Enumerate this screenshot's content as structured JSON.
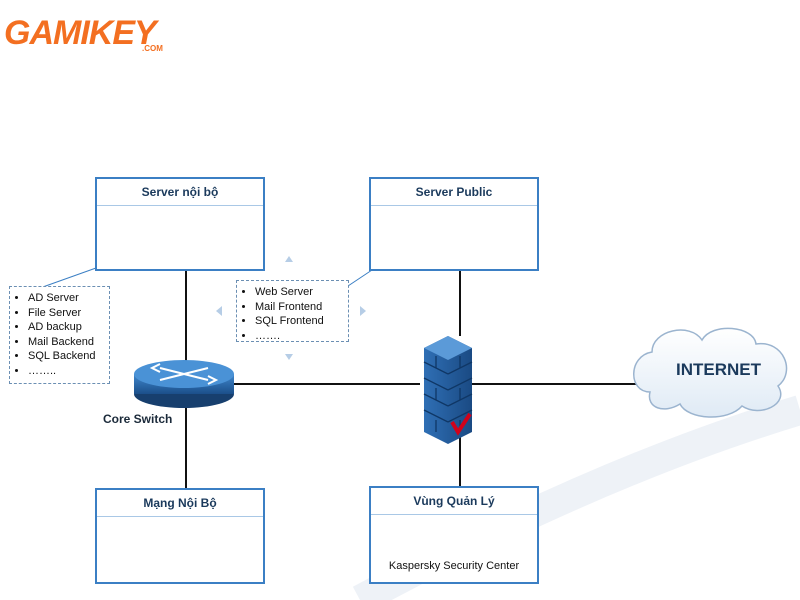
{
  "logo": {
    "text": "GAMIKEY",
    "suffix": ".COM"
  },
  "boxes": {
    "server_noi_bo": "Server nội bộ",
    "server_public": "Server Public",
    "mang_noi_bo": "Mạng Nội Bộ",
    "vung_quan_ly": "Vùng Quản Lý"
  },
  "internal_list": [
    "AD Server",
    "File Server",
    "AD backup",
    "Mail Backend",
    "SQL Backend",
    "…….."
  ],
  "public_list": [
    "Web Server",
    "Mail Frontend",
    "SQL Frontend",
    "……."
  ],
  "core_switch_label": "Core Switch",
  "internet_label": "INTERNET",
  "kaspersky_label": "Kaspersky Security Center",
  "colors": {
    "box_border": "#3b7fc4",
    "device_blue": "#1f5fa8",
    "line": "#111111",
    "logo": "#f36f21",
    "kaspersky_red": "#d0021b"
  }
}
